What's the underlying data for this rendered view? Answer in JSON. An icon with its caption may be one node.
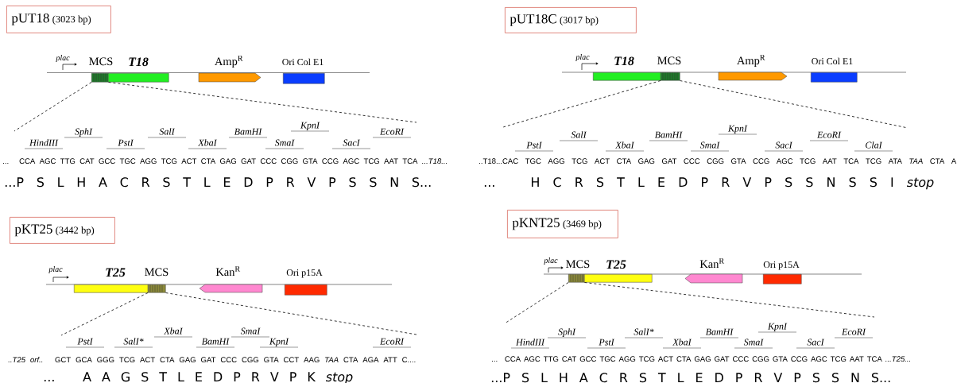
{
  "diagram": {
    "nodes": [
      {
        "text": [
          "pUT18",
          "(3023 bp)"
        ]
      },
      {
        "text": [
          "MCS"
        ]
      },
      {
        "text": [
          "T18"
        ]
      },
      {
        "text": [
          "Amp$^{R}$"
        ]
      },
      {
        "text": [
          "Ori Col E1"
        ]
      },
      {
        "text": [
          "pUT18C",
          "(3017 bp)"
        ]
      },
      {
        "text": [
          "T18"
        ]
      },
      {
        "text": [
          "MCS"
        ]
      },
      {
        "text": [
          "Amp$^{R}$"
        ]
      },
      {
        "text": [
          "Ori Col E1"
        ]
      },
      {
        "text": [
          "pKT25",
          "(3442 bp)"
        ]
      },
      {
        "text": [
          "T25"
        ]
      },
      {
        "text": [
          "MCS"
        ]
      },
      {
        "text": [
          "Kan$^{R}$"
        ]
      },
      {
        "text": [
          "Ori p15A"
        ]
      },
      {
        "text": [
          "pKNT25",
          "(3469 bp)"
        ]
      },
      {
        "text": [
          "MCS"
        ]
      },
      {
        "text": [
          "T25"
        ]
      },
      {
        "text": [
          "Kan$^{R}$"
        ]
      },
      {
        "text": [
          "Ori p15A"
        ]
      }
    ],
    "edges": [
      {
        "from": 1,
        "to": null,
        "arrow": "none",
        "style": "dashed"
      },
      {
        "from": 1,
        "to": null,
        "arrow": "none",
        "style": "dashed"
      },
      {
        "from": 7,
        "to": null,
        "arrow": "none",
        "style": "dashed"
      },
      {
        "from": 7,
        "to": null,
        "arrow": "none",
        "style": "dashed"
      },
      {
        "from": 12,
        "to": null,
        "arrow": "none",
        "style": "dashed"
      },
      {
        "from": 12,
        "to": null,
        "arrow": "none",
        "style": "dashed"
      },
      {
        "from": 16,
        "to": null,
        "arrow": "none",
        "style": "dashed"
      },
      {
        "from": 16,
        "to": null,
        "arrow": "none",
        "style": "dashed"
      }
    ],
    "labels": [
      "plac",
      "HindIII",
      "SphI",
      "PstI",
      "SalI",
      "XbaI",
      "BamHI",
      "SmaI",
      "KpnI",
      "SacI",
      "EcoRI",
      "... CCA AGC TTG CAT GCC TGC AGG TCG ACT CTA GAG GAT CCC CGG GTA CCG AGC TCG AAT TCA *...T18...*",
      "...P S L H A C R S T L E D P R V P S S N S...",
      "plac",
      "PstI",
      "SalI",
      "XbaI",
      "BamHI",
      "SmaI",
      "KpnI",
      "SacI",
      "EcoRI",
      "ClaI",
      "..T18...CAC TGC AGG TCG ACT CTA GAG GAT CCC CGG GTA CCG AGC TCG AAT TCA TCG ATA *TAA* CTA A",
      "... H C R S T L E D P R V P S S N S S I *stop*",
      "plac",
      "PstI",
      "SalI*",
      "XbaI",
      "BamHI",
      "SmaI",
      "KpnI",
      "EcoRI",
      "*..T25 orf..* GCT GCA GGG TCG ACT CTA GAG GAT CCC CGG GTA CCT AAG *TAA* CTA AGA ATT C....",
      "... A A G S T L E D P R V P K *stop*",
      "plac",
      "HindIII",
      "SphI",
      "PstI",
      "SalI*",
      "XbaI",
      "BamHI",
      "SmaI",
      "KpnI",
      "SacI",
      "EcoRI",
      "... CCA AGC TTG CAT GCC TGC AGG TCG ACT CTA GAG GAT CCC CGG GTA CCG AGC TCG AAT TCA *...T25...*",
      "...P S L H A C R S T L E D P R V P S S N S..."
    ]
  }
}
